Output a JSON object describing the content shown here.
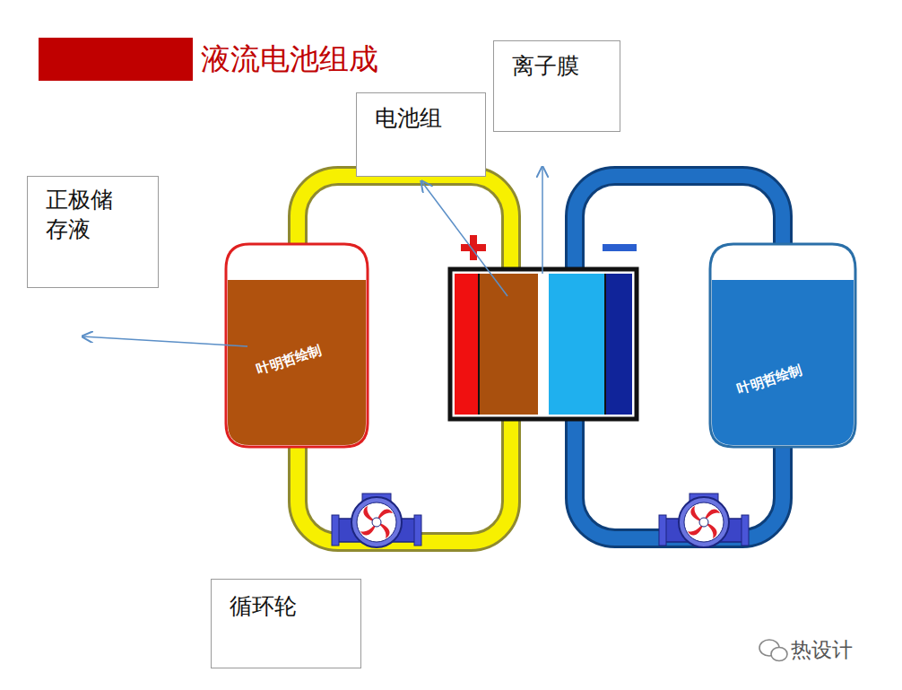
{
  "diagram": {
    "title": "液流电池组成",
    "nodes": [
      {
        "text": [
          "离子膜"
        ]
      },
      {
        "text": [
          "电池组"
        ]
      },
      {
        "text": [
          "正极储存液"
        ]
      },
      {
        "text": [
          "循环轮"
        ]
      }
    ],
    "labels": [
      "叶明哲绘制",
      "叶明哲绘制",
      "热设计"
    ]
  }
}
